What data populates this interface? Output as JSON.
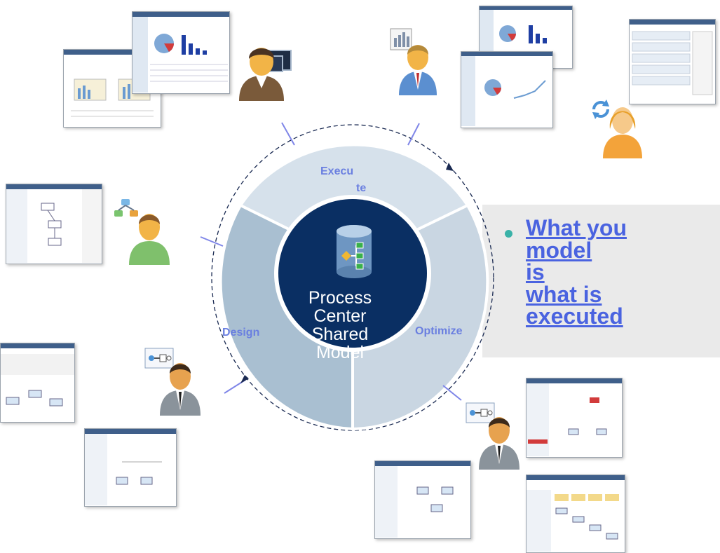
{
  "wheel": {
    "execute_label_line1": "Execu",
    "execute_label_line2": "te",
    "design_label": "Design",
    "optimize_label": "Optimize",
    "center_lines": [
      "Process",
      "Center",
      "Shared",
      "Model"
    ]
  },
  "callout": {
    "lines": [
      "What you",
      "model",
      "is",
      "what is",
      "executed"
    ]
  },
  "colors": {
    "center_fill": "#0a2f63",
    "ring_execute": "#d6e1eb",
    "ring_design": "#a9bfd1",
    "ring_optimize": "#c9d6e2",
    "label_color": "#6a7fe0",
    "callout_text": "#4a63e0",
    "bullet": "#3ab2a8",
    "tick_color": "#7f86e8"
  },
  "icons": [
    "database-hierarchy-icon",
    "chart-icon",
    "cycle-arrows-icon",
    "process-flow-icon",
    "workflow-icon"
  ]
}
